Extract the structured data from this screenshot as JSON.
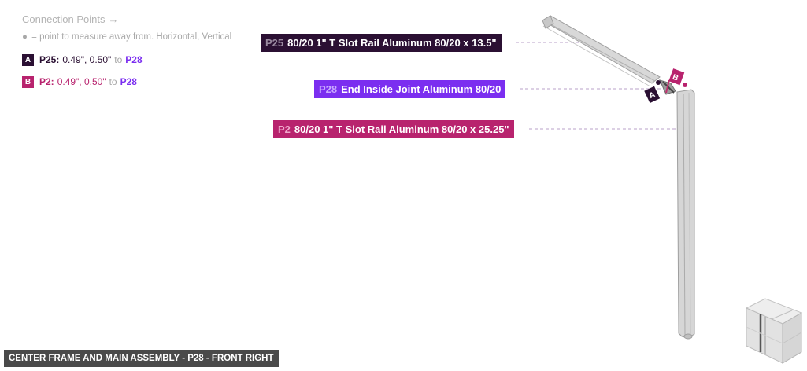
{
  "connection_points": {
    "title": "Connection Points",
    "arrow": "→",
    "note": "= point to measure away from. Horizontal, Vertical",
    "dot": "●",
    "items": [
      {
        "letter": "A",
        "part": "P25:",
        "values": "0.49\", 0.50\"",
        "to": "to",
        "target": "P28",
        "color": "#2b1033"
      },
      {
        "letter": "B",
        "part": "P2:",
        "values": "0.49\", 0.50\"",
        "to": "to",
        "target": "P28",
        "color": "#b8236e"
      }
    ]
  },
  "parts": [
    {
      "id": "P25",
      "name": "80/20 1\" T Slot Rail Aluminum 80/20 x 13.5\"",
      "color": "#2b1033",
      "id_color": "#9a8aa0"
    },
    {
      "id": "P28",
      "name": "End Inside Joint  Aluminum 80/20",
      "color": "#7b2ef0",
      "id_color": "#c9a9ff"
    },
    {
      "id": "P2",
      "name": "80/20 1\" T Slot Rail Aluminum 80/20 x 25.25\"",
      "color": "#b8236e",
      "id_color": "#f0a8cc"
    }
  ],
  "footer": {
    "label": "CENTER FRAME AND MAIN ASSEMBLY - P28 - FRONT RIGHT"
  },
  "icons": {
    "view_cube": "view-cube-icon",
    "connection_dot": "dot-icon"
  },
  "colors": {
    "rail_fill": "#d4d4d4",
    "rail_edge": "#9e9e9e",
    "leader_line": "#b9a0c8"
  }
}
